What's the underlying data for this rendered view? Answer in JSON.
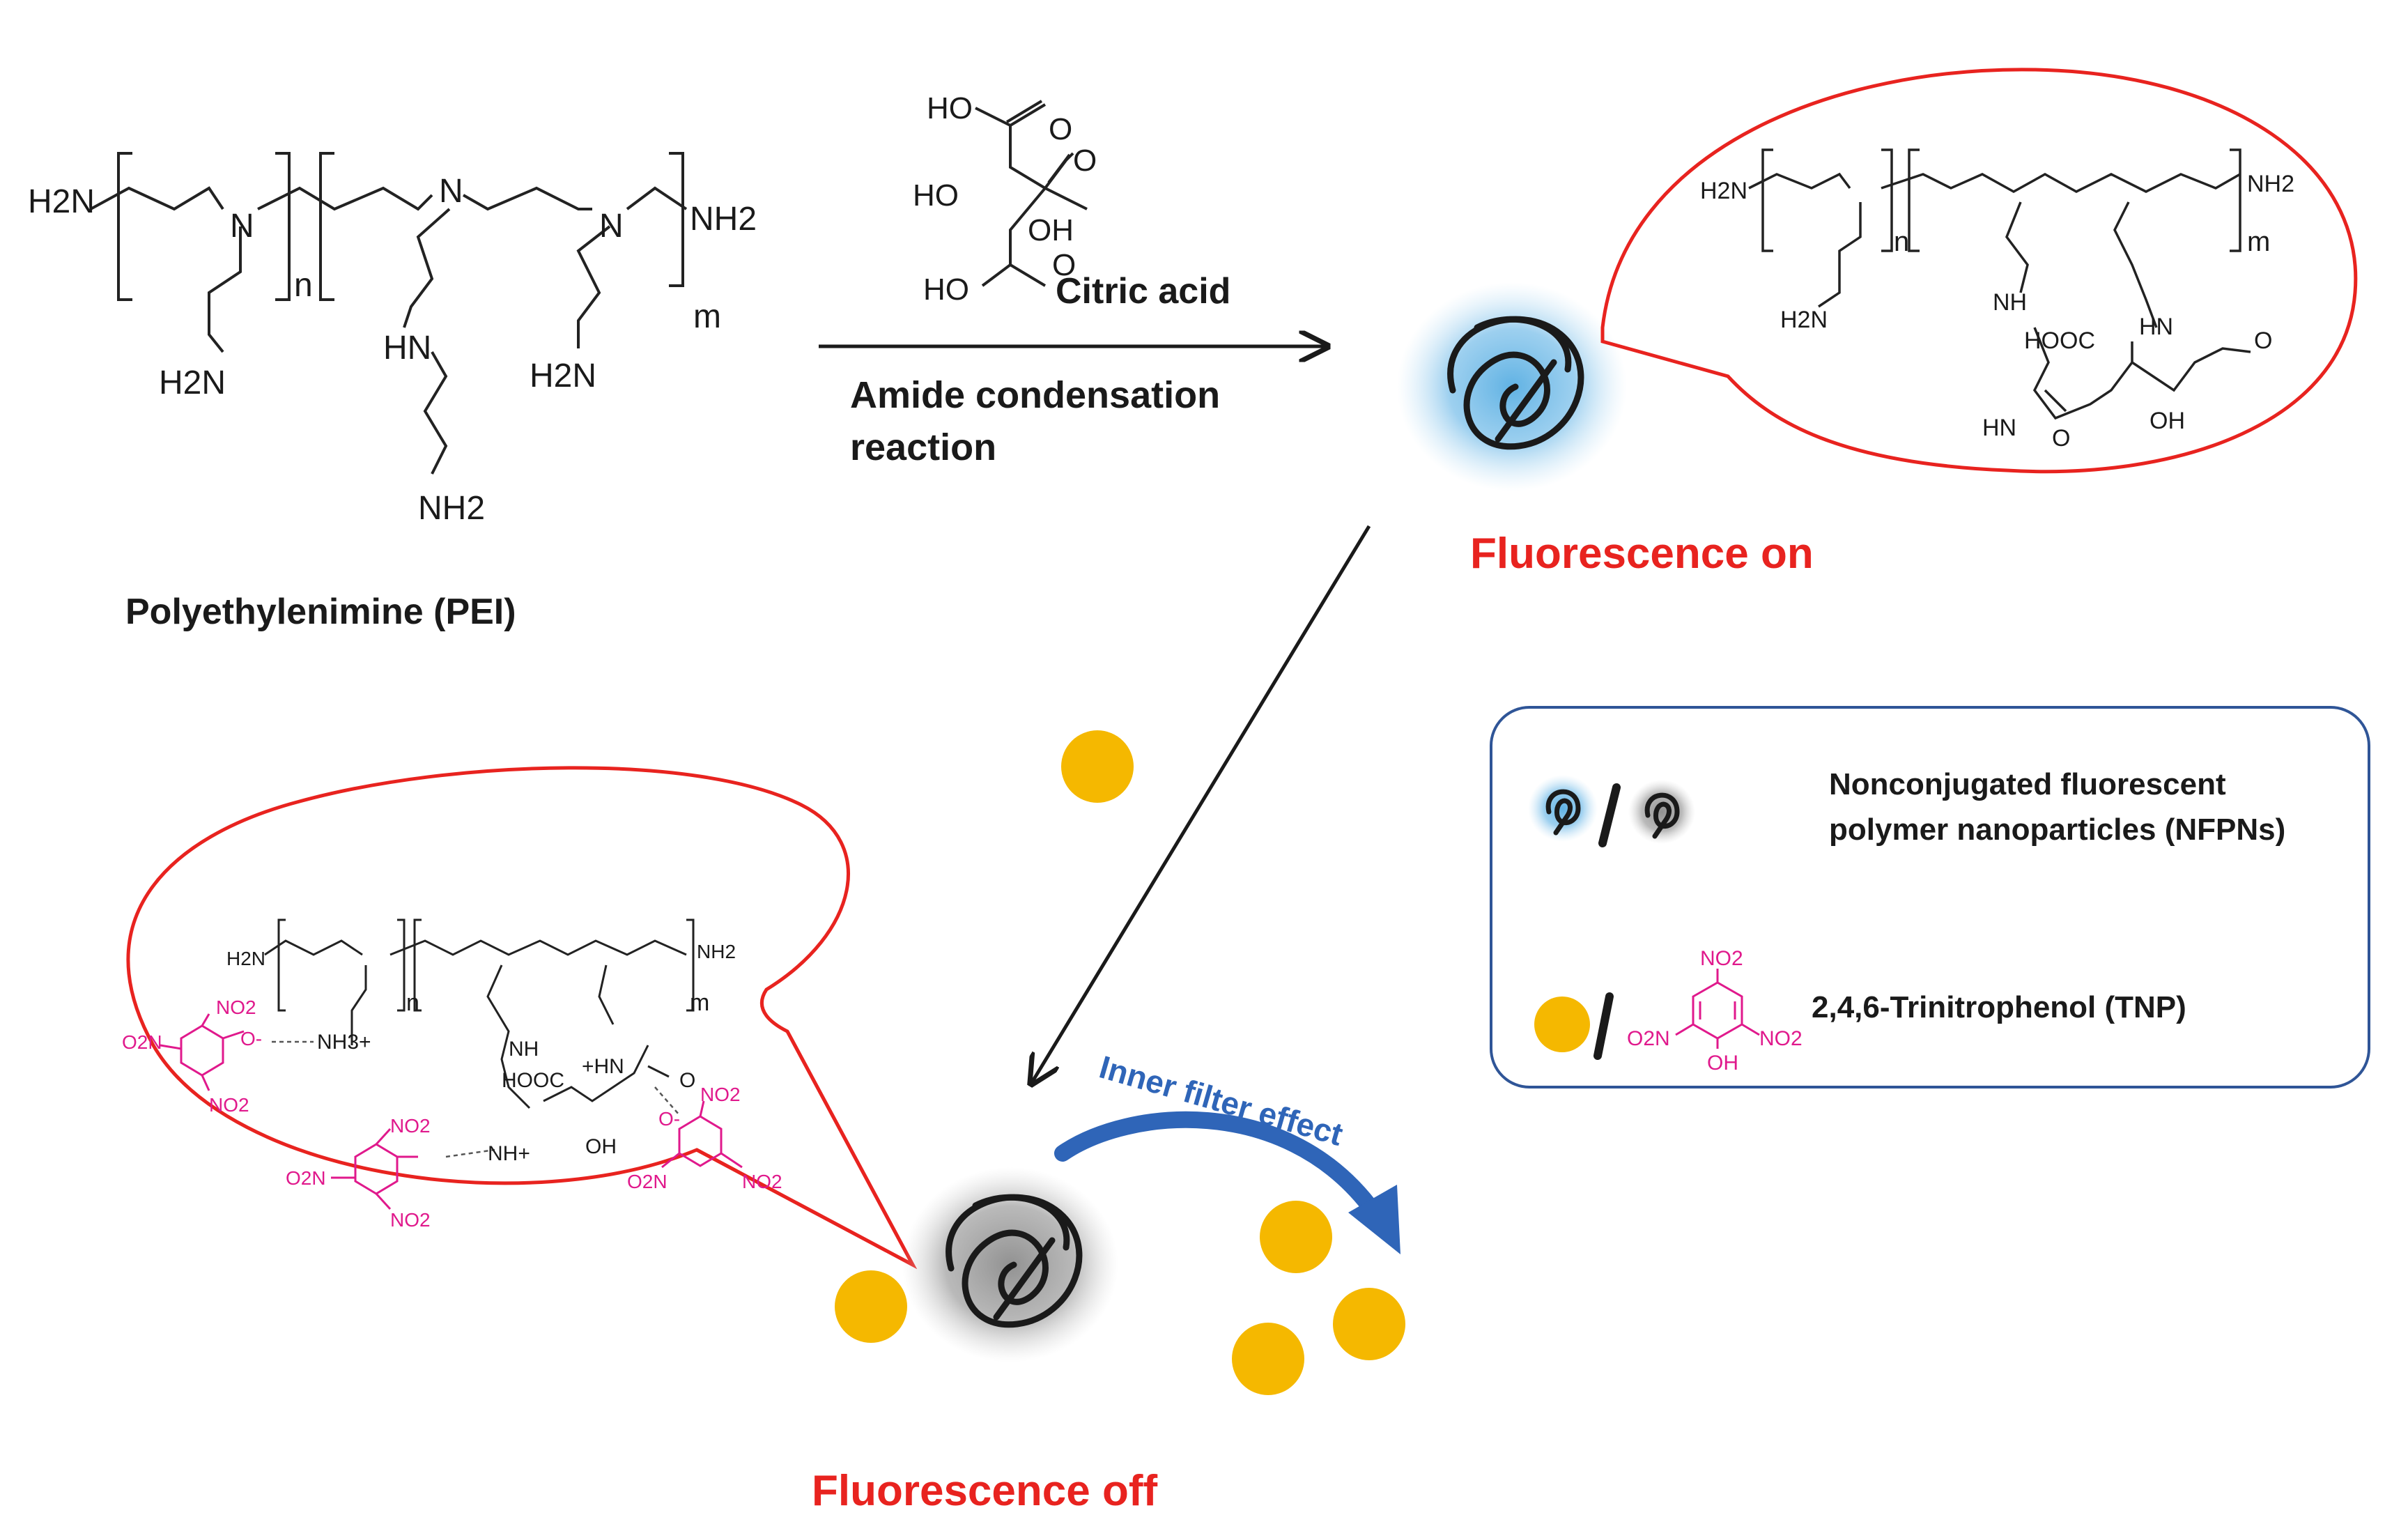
{
  "reactant": {
    "name": "Polyethylenimine (PEI)",
    "formula": {
      "end_left": "H2N",
      "end_right": "NH2",
      "n": "n",
      "m": "m",
      "n_atom": "N",
      "side_a": "H2N",
      "side_b": "HN",
      "side_c": "NH2",
      "side_d": "H2N"
    }
  },
  "reagent": {
    "name": "Citric acid",
    "groups": [
      "HO",
      "O",
      "HO",
      "O",
      "OH",
      "HO",
      "O"
    ]
  },
  "reaction": {
    "line1": "Amide condensation",
    "line2": "reaction"
  },
  "state_on": {
    "label": "Fluorescence on",
    "bubble": {
      "h2n_left": "H2N",
      "nh2_right": "NH2",
      "n": "n",
      "m": "m",
      "side_h2n": "H2N",
      "nh": "NH",
      "hooc": "HOOC",
      "hn": "HN",
      "o": "O",
      "hn_bottom": "HN",
      "o_bottom": "O",
      "oh": "OH"
    }
  },
  "state_off": {
    "label": "Fluorescence off",
    "bubble": {
      "h2n": "H2N",
      "nh2": "NH2",
      "n": "n",
      "m": "m",
      "nh3": "NH3+",
      "nh": "NH",
      "hooc": "HOOC",
      "hn_plus": "+HN",
      "o": "O",
      "nh_plus": "NH+",
      "oh": "OH",
      "o_minus": "O-",
      "no2": "NO2",
      "o2n": "O2N"
    }
  },
  "mechanism": {
    "label": "Inner filter effect"
  },
  "legend": {
    "item1": {
      "line1": "Nonconjugated fluorescent",
      "line2": "polymer nanoparticles (NFPNs)"
    },
    "item2": {
      "label": "2,4,6-Trinitrophenol (TNP)",
      "no2_top": "NO2",
      "o2n": "O2N",
      "no2_right": "NO2",
      "oh": "OH"
    }
  },
  "colors": {
    "highlight_red": "#e8231f",
    "tnp_pink": "#e0198c",
    "tnp_dot": "#f5b800",
    "glow_blue": "#58aee2",
    "quench_grey": "#8c8c8c",
    "arrow_blue": "#2f65b8",
    "legend_border": "#2f5597"
  }
}
